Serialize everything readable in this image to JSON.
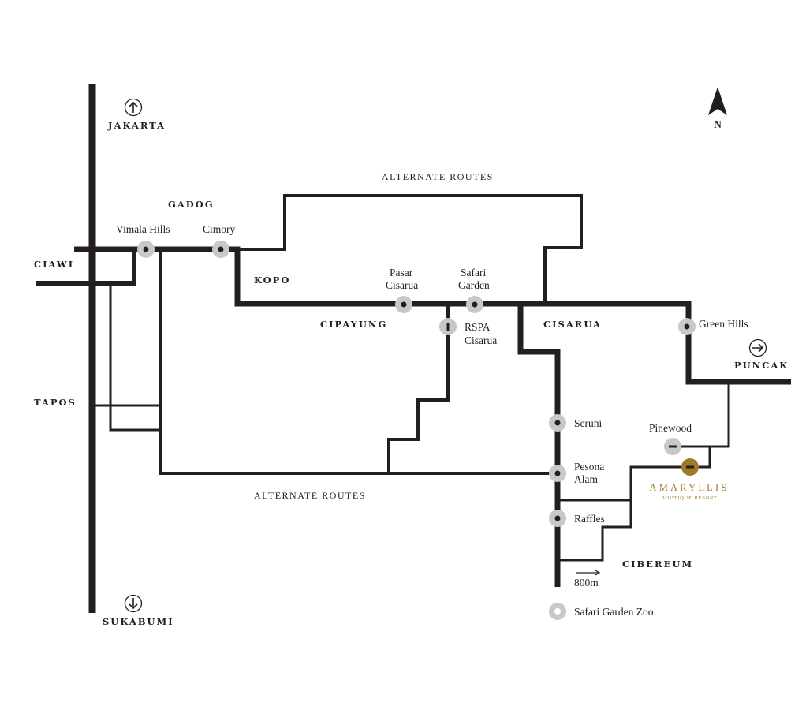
{
  "areas": {
    "jakarta": "JAKARTA",
    "gadog": "GADOG",
    "ciawi": "CIAWI",
    "kopo": "KOPO",
    "cipayung": "CIPAYUNG",
    "cisarua": "CISARUA",
    "puncak": "PUNCAK",
    "tapos": "TAPOS",
    "cibereum": "CIBEREUM",
    "sukabumi": "SUKABUMI"
  },
  "routes": {
    "alternate_top": "ALTERNATE ROUTES",
    "alternate_bottom": "ALTERNATE ROUTES"
  },
  "places": {
    "vimala_hills": "Vimala Hills",
    "cimory": "Cimory",
    "pasar_cisarua_1": "Pasar",
    "pasar_cisarua_2": "Cisarua",
    "safari_garden_1": "Safari",
    "safari_garden_2": "Garden",
    "rspa_1": "RSPA",
    "rspa_2": "Cisarua",
    "green_hills": "Green Hills",
    "seruni": "Seruni",
    "pinewood": "Pinewood",
    "pesona_1": "Pesona",
    "pesona_2": "Alam",
    "raffles": "Raffles"
  },
  "resort": {
    "name": "AMARYLLIS",
    "subtitle": "BOUTIQUE RESORT",
    "color": "#a07a2c"
  },
  "north": "N",
  "scale": "800m",
  "legend": "Safari Garden Zoo",
  "colors": {
    "road": "#231f20",
    "marker": "#c8c8c8",
    "brand": "#a07a2c"
  }
}
